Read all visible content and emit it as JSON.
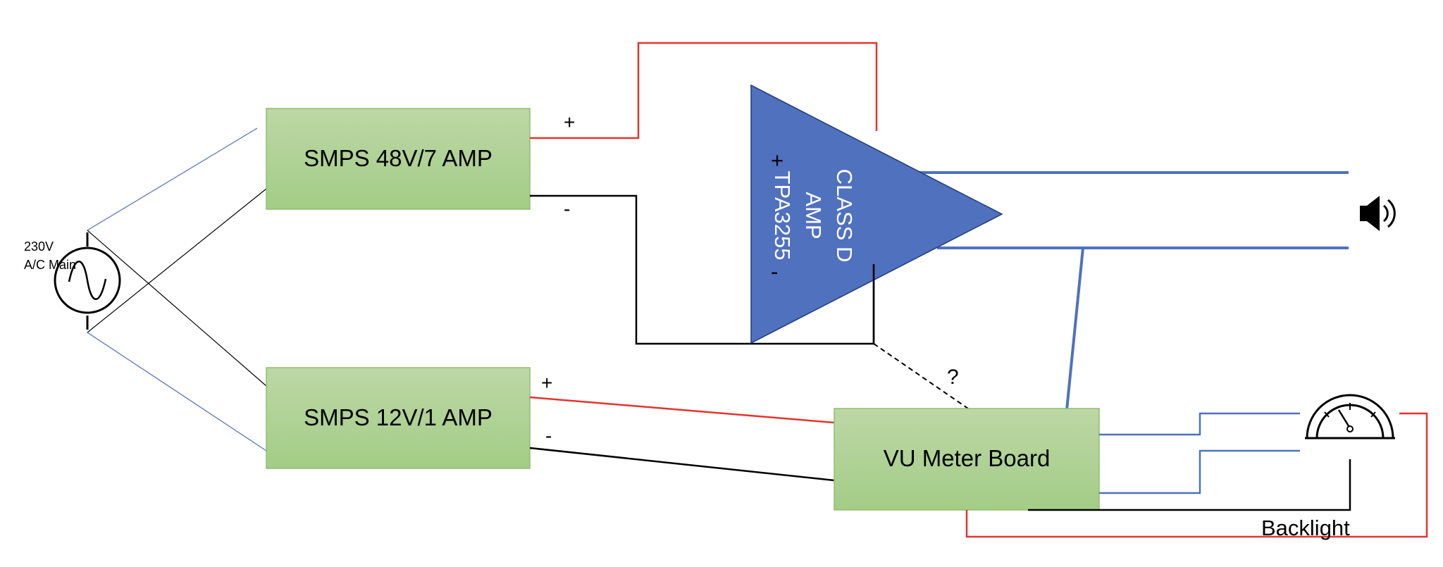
{
  "source": {
    "voltage": "230V",
    "name": "A/C Main"
  },
  "blocks": {
    "psu48": "SMPS 48V/7 AMP",
    "psu12": "SMPS 12V/1 AMP",
    "vu": "VU Meter Board"
  },
  "amplifier": {
    "line1": "CLASS D",
    "line2": "AMP",
    "line3": "TPA3255",
    "plus": "+",
    "minus": "-"
  },
  "terminals": {
    "psu48_plus": "+",
    "psu48_minus": "-",
    "psu12_plus": "+",
    "psu12_minus": "-"
  },
  "question": "?",
  "backlight": "Backlight",
  "icons": [
    "speaker-icon",
    "vu-meter-gauge-icon",
    "ac-source-icon"
  ],
  "colors": {
    "box_fill": "#a9d18e",
    "box_border": "#8fbf6f",
    "amp_fill": "#4f71be",
    "signal": "#4f71be",
    "positive": "#e3342f",
    "negative": "#000000",
    "mains": "#4f71be"
  }
}
